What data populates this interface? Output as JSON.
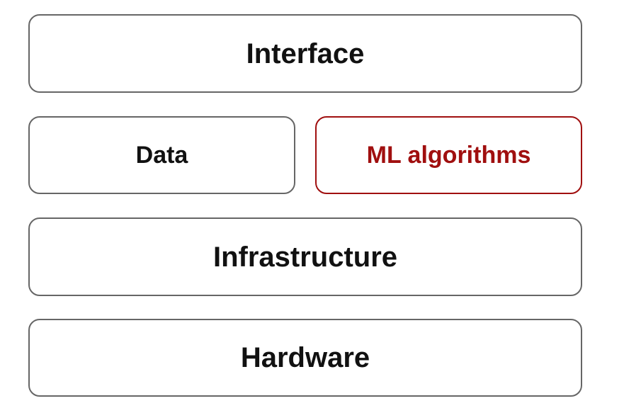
{
  "colors": {
    "default_border": "#666666",
    "default_text": "#111111",
    "highlight": "#a00f0f"
  },
  "layers": {
    "interface": "Interface",
    "data": "Data",
    "ml_algorithms": "ML algorithms",
    "infrastructure": "Infrastructure",
    "hardware": "Hardware"
  }
}
